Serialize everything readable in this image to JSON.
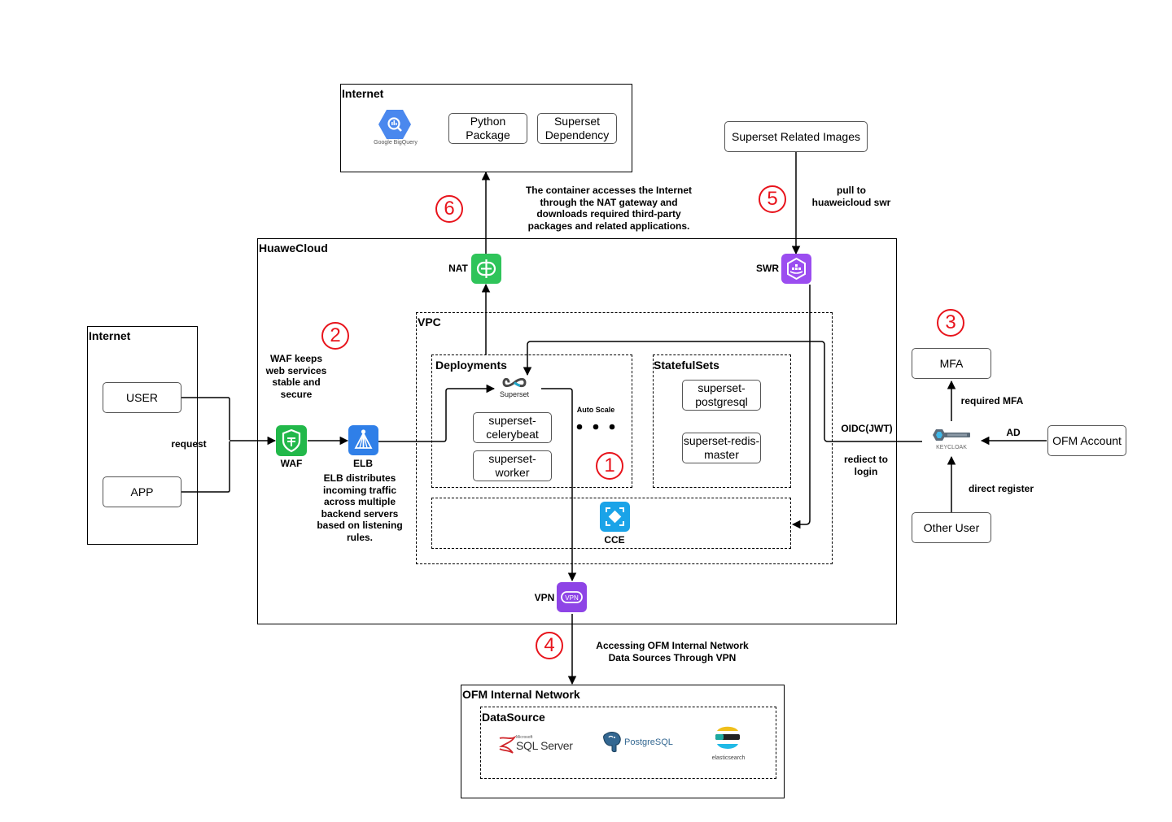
{
  "internet_top": {
    "title": "Internet",
    "bigquery_label": "Google BigQuery",
    "python_package": "Python\nPackage",
    "superset_dependency": "Superset\nDependency"
  },
  "internet_left": {
    "title": "Internet",
    "user": "USER",
    "app": "APP"
  },
  "huaweicloud": {
    "title": "HuaweCloud",
    "nat": "NAT",
    "swr": "SWR",
    "waf": "WAF",
    "elb": "ELB",
    "vpn": "VPN",
    "cce": "CCE"
  },
  "vpc": {
    "title": "VPC",
    "deployments": {
      "title": "Deployments",
      "superset_logo_text": "Superset",
      "celerybeat": "superset-\ncelerybeat",
      "worker": "superset-\nworker",
      "auto_scale": "Auto Scale"
    },
    "statefulsets": {
      "title": "StatefulSets",
      "postgresql": "superset-\npostgresql",
      "redis": "superset-redis-\nmaster"
    }
  },
  "images_box": "Superset Related Images",
  "auth": {
    "mfa": "MFA",
    "ofm_account": "OFM Account",
    "other_user": "Other User",
    "keycloak_text": "KEYCLOAK"
  },
  "internal": {
    "title": "OFM Internal Network",
    "datasource_title": "DataSource",
    "sqlserver_small": "Microsoft",
    "sqlserver": "SQL Server",
    "postgresql": "PostgreSQL",
    "elasticsearch": "elasticsearch"
  },
  "annotations": {
    "nat_note": "The container accesses the Internet\nthrough the NAT gateway and\ndownloads required third-party\npackages and related applications.",
    "pull_to": "pull to\nhuaweicloud swr",
    "waf_note": "WAF keeps\nweb services\nstable and\nsecure",
    "request": "request",
    "elb_note": "ELB distributes\nincoming traffic\nacross multiple\nbackend servers\nbased on listening\nrules.",
    "required_mfa": "required MFA",
    "ad": "AD",
    "oidc": "OIDC(JWT)",
    "redirect": "rediect to\nlogin",
    "direct_register": "direct register",
    "vpn_note": "Accessing OFM Internal Network\nData Sources Through VPN"
  },
  "steps": [
    "1",
    "2",
    "3",
    "4",
    "5",
    "6"
  ],
  "colors": {
    "green": "#2fc45a",
    "blue": "#2f7fe8",
    "purple": "#8e44e6",
    "cyan": "#1aa3e8",
    "red": "#e8141c"
  }
}
